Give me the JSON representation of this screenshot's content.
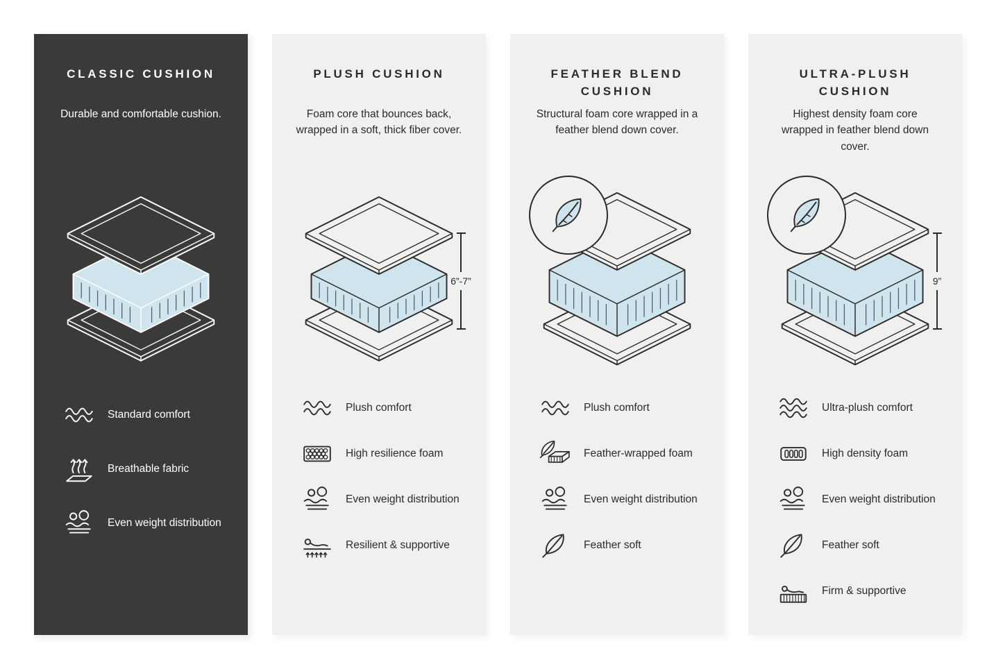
{
  "colors": {
    "dark_panel_bg": "#3a3a38",
    "light_panel_bg": "#f0f0ee",
    "foam_blue": "#cfe4ed",
    "line_dark": "#2b2b29",
    "text_light": "#ffffff"
  },
  "panels": [
    {
      "title": "CLASSIC CUSHION",
      "description": "Durable and comfortable cushion.",
      "features": [
        {
          "icon": "waves-comfort-icon",
          "label": "Standard comfort"
        },
        {
          "icon": "breathable-fabric-icon",
          "label": "Breathable fabric"
        },
        {
          "icon": "even-weight-icon",
          "label": "Even weight distribution"
        }
      ]
    },
    {
      "title": "PLUSH CUSHION",
      "description": "Foam core that bounces back, wrapped in a soft, thick fiber cover.",
      "height_label": "6”-7”",
      "features": [
        {
          "icon": "waves-comfort-icon",
          "label": "Plush comfort"
        },
        {
          "icon": "resilience-foam-icon",
          "label": "High resilience foam"
        },
        {
          "icon": "even-weight-icon",
          "label": "Even weight distribution"
        },
        {
          "icon": "resilient-supportive-icon",
          "label": "Resilient & supportive"
        }
      ]
    },
    {
      "title": "FEATHER BLEND CUSHION",
      "description": "Structural foam core wrapped in a feather blend down cover.",
      "features": [
        {
          "icon": "waves-comfort-icon",
          "label": "Plush comfort"
        },
        {
          "icon": "feather-wrapped-foam-icon",
          "label": "Feather-wrapped foam"
        },
        {
          "icon": "even-weight-icon",
          "label": "Even weight distribution"
        },
        {
          "icon": "feather-soft-icon",
          "label": "Feather soft"
        }
      ]
    },
    {
      "title": "ULTRA-PLUSH CUSHION",
      "description": "Highest density foam core wrapped in feather blend down cover.",
      "height_label": "9”",
      "features": [
        {
          "icon": "triple-waves-comfort-icon",
          "label": "Ultra-plush comfort"
        },
        {
          "icon": "high-density-foam-icon",
          "label": "High density foam"
        },
        {
          "icon": "even-weight-icon",
          "label": "Even weight distribution"
        },
        {
          "icon": "feather-soft-icon",
          "label": "Feather soft"
        },
        {
          "icon": "firm-supportive-icon",
          "label": "Firm & supportive"
        }
      ]
    }
  ]
}
